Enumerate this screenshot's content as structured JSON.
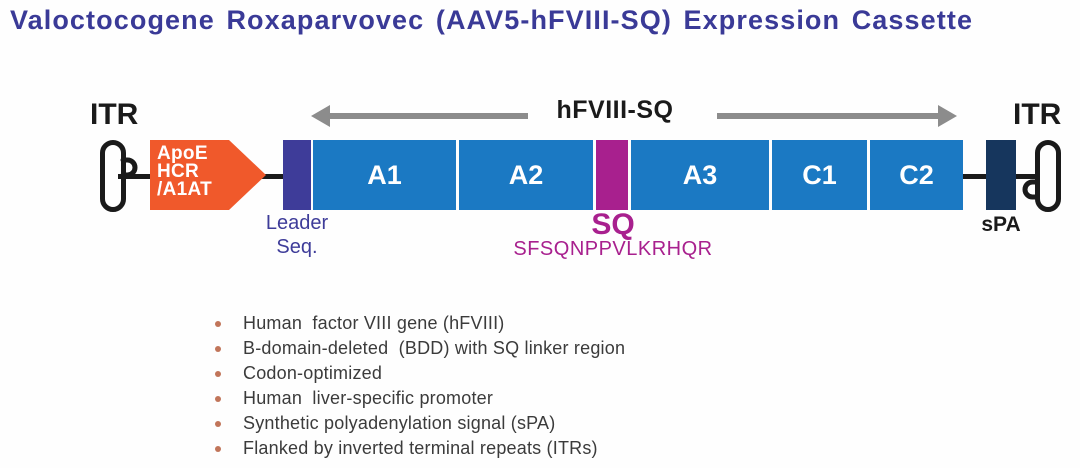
{
  "title": "Valoctocogene Roxaparvovec (AAV5-hFVIII-SQ) Expression Cassette",
  "diagram": {
    "itr_left_label": "ITR",
    "itr_right_label": "ITR",
    "span_label": "hFVIII-SQ",
    "promoter": {
      "line1": "ApoE",
      "line2": "HCR",
      "line3": "/A1AT"
    },
    "leader": {
      "line1": "Leader",
      "line2": "Seq."
    },
    "boxes": {
      "a1": "A1",
      "a2": "A2",
      "a3": "A3",
      "c1": "C1",
      "c2": "C2"
    },
    "sq": {
      "label": "SQ",
      "sequence": "SFSQNPPVLKRHQR"
    },
    "spa_label": "sPA"
  },
  "bullets": [
    "Human  factor VIII gene (hFVIII)",
    "B-domain-deleted  (BDD) with SQ linker region",
    "Codon-optimized",
    "Human  liver-specific promoter",
    "Synthetic polyadenylation signal (sPA)",
    "Flanked by inverted terminal repeats (ITRs)"
  ],
  "colors": {
    "title_indigo": "#3A3A97",
    "promoter_orange": "#F0592B",
    "leader_indigo": "#3E3C99",
    "domain_blue": "#1B79C3",
    "sq_magenta": "#A8208E",
    "spa_navy": "#16365D",
    "arrow_gray": "#8C8C8C",
    "bullet_dot": "#C1755A",
    "backbone_black": "#1a1a1a"
  }
}
